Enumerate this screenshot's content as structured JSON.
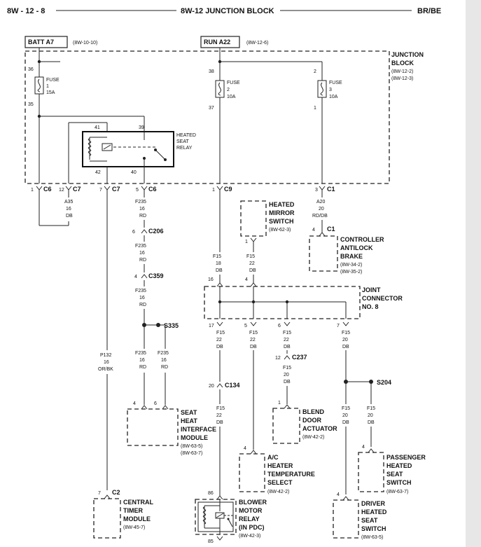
{
  "header": {
    "left": "8W - 12 - 8",
    "title": "8W-12 JUNCTION BLOCK",
    "right": "BR/BE"
  },
  "sources": [
    {
      "name": "BATT A7",
      "ref": "(8W-10-10)"
    },
    {
      "name": "RUN A22",
      "ref": "(8W-12-6)"
    }
  ],
  "junction_block": {
    "name": [
      "JUNCTION",
      "BLOCK"
    ],
    "refs": [
      "(8W-12-2)",
      "(8W-12-3)"
    ]
  },
  "fuses": [
    {
      "top_pin": "36",
      "label": [
        "FUSE",
        "1",
        "15A"
      ],
      "bottom_pin": "35"
    },
    {
      "top_pin": "38",
      "label": [
        "FUSE",
        "2",
        "10A"
      ],
      "bottom_pin": "37"
    },
    {
      "top_pin": "2",
      "label": [
        "FUSE",
        "3",
        "10A"
      ],
      "bottom_pin": "1"
    }
  ],
  "relay": {
    "name": [
      "HEATED",
      "SEAT",
      "RELAY"
    ],
    "pins": [
      "41",
      "39",
      "42",
      "40"
    ]
  },
  "connectors": [
    {
      "pin": "1",
      "name": "C6"
    },
    {
      "pin": "12",
      "name": "C7"
    },
    {
      "pin": "7",
      "name": "C7"
    },
    {
      "pin": "5",
      "name": "C6"
    },
    {
      "pin": "1",
      "name": "C9"
    },
    {
      "pin": "3",
      "name": "C1"
    }
  ],
  "wires": {
    "a35": [
      "A35",
      "16",
      "DB"
    ],
    "f235_1": [
      "F235",
      "16",
      "RD"
    ],
    "f235_2": [
      "F235",
      "16",
      "RD"
    ],
    "f235_3": [
      "F235",
      "16",
      "RD"
    ],
    "f235_4": [
      "F235",
      "16",
      "RD"
    ],
    "f235_5": [
      "F235",
      "16",
      "RD"
    ],
    "p132": [
      "P132",
      "16",
      "OR/BK"
    ],
    "a20": [
      "A20",
      "20",
      "RD/DB"
    ],
    "f15_main": [
      "F15",
      "18",
      "DB"
    ],
    "f15_mirror": [
      "F15",
      "22",
      "DB"
    ],
    "f15_17": [
      "F15",
      "22",
      "DB"
    ],
    "f15_5": [
      "F15",
      "22",
      "DB"
    ],
    "f15_6": [
      "F15",
      "22",
      "DB"
    ],
    "f15_7": [
      "F15",
      "20",
      "DB"
    ],
    "f15_c237": [
      "F15",
      "20",
      "DB"
    ],
    "f15_c134": [
      "F15",
      "22",
      "DB"
    ],
    "f15_s204l": [
      "F15",
      "20",
      "DB"
    ],
    "f15_s204r": [
      "F15",
      "20",
      "DB"
    ]
  },
  "inline_connectors": [
    {
      "pin": "6",
      "name": "C206"
    },
    {
      "pin": "4",
      "name": "C359"
    },
    {
      "pin": "12",
      "name": "C237"
    },
    {
      "pin": "20",
      "name": "C134"
    }
  ],
  "splices": [
    "S335",
    "S204"
  ],
  "joint_connector": {
    "name": [
      "JOINT",
      "CONNECTOR",
      "NO. 8"
    ],
    "pins_top": [
      "16",
      "4"
    ],
    "pins_bottom": [
      "17",
      "5",
      "6",
      "7"
    ]
  },
  "components": {
    "mirror": {
      "name": [
        "HEATED",
        "MIRROR",
        "SWITCH"
      ],
      "ref": "(8W-62-3)",
      "pin": "1"
    },
    "abs": {
      "name": [
        "CONTROLLER",
        "ANTILOCK",
        "BRAKE"
      ],
      "refs": [
        "(8W-34-2)",
        "(8W-35-2)"
      ],
      "pin": "4",
      "conn": "C1"
    },
    "seat_module": {
      "name": [
        "SEAT",
        "HEAT",
        "INTERFACE",
        "MODULE"
      ],
      "refs": [
        "(8W-63-5)",
        "(8W-63-7)"
      ],
      "pins": [
        "4",
        "6"
      ]
    },
    "blend": {
      "name": [
        "BLEND",
        "DOOR",
        "ACTUATOR"
      ],
      "ref": "(8W-42-2)",
      "pin": "1"
    },
    "passenger": {
      "name": [
        "PASSENGER",
        "HEATED",
        "SEAT",
        "SWITCH"
      ],
      "ref": "(8W-63-7)",
      "pin": "4"
    },
    "ac": {
      "name": [
        "A/C",
        "HEATER",
        "TEMPERATURE",
        "SELECT"
      ],
      "ref": "(8W-42-2)",
      "pin": "4"
    },
    "ctm": {
      "name": [
        "CENTRAL",
        "TIMER",
        "MODULE"
      ],
      "ref": "(8W-45-7)",
      "pin": "7",
      "conn": "C2"
    },
    "blower": {
      "name": [
        "BLOWER",
        "MOTOR",
        "RELAY",
        "(IN PDC)"
      ],
      "ref": "(8W-42-3)",
      "pins": [
        "86",
        "85"
      ]
    },
    "driver": {
      "name": [
        "DRIVER",
        "HEATED",
        "SEAT",
        "SWITCH"
      ],
      "ref": "(8W-63-5)",
      "pin": "4"
    }
  }
}
